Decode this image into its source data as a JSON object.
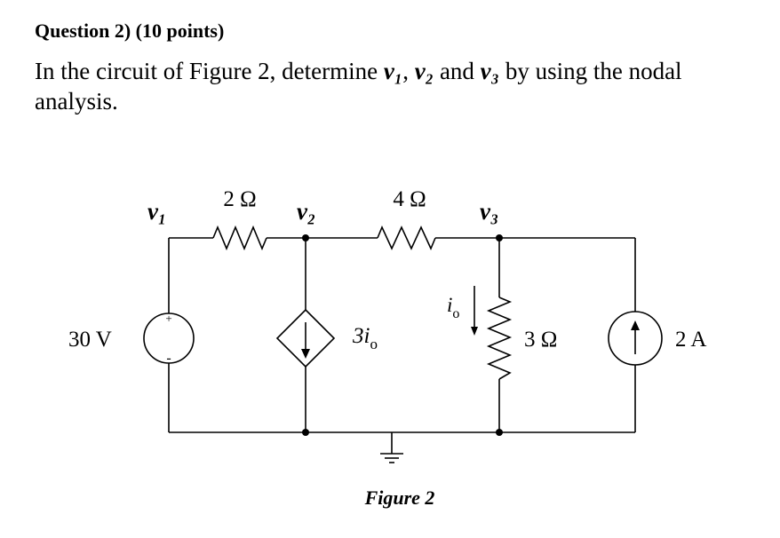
{
  "question": {
    "heading": "Question 2) (10 points)",
    "text_before": "In the circuit of Figure 2, determine ",
    "v1": "v₁",
    "sep1": ", ",
    "v2": "v₂",
    "sep2": " and ",
    "v3": "v₃",
    "text_after": " by using the nodal analysis."
  },
  "circuit": {
    "node_v1": "v₁",
    "node_v2": "v₂",
    "node_v3": "v₃",
    "resistor_2": "2 Ω",
    "resistor_4": "4 Ω",
    "resistor_3": "3 Ω",
    "voltage_source": "30 V",
    "plus_sign": "+",
    "minus_sign": "-",
    "dependent_source": "3i",
    "dependent_source_sub": "o",
    "current_label": "i",
    "current_label_sub": "o",
    "current_source": "2 A",
    "figure_caption": "Figure 2"
  }
}
